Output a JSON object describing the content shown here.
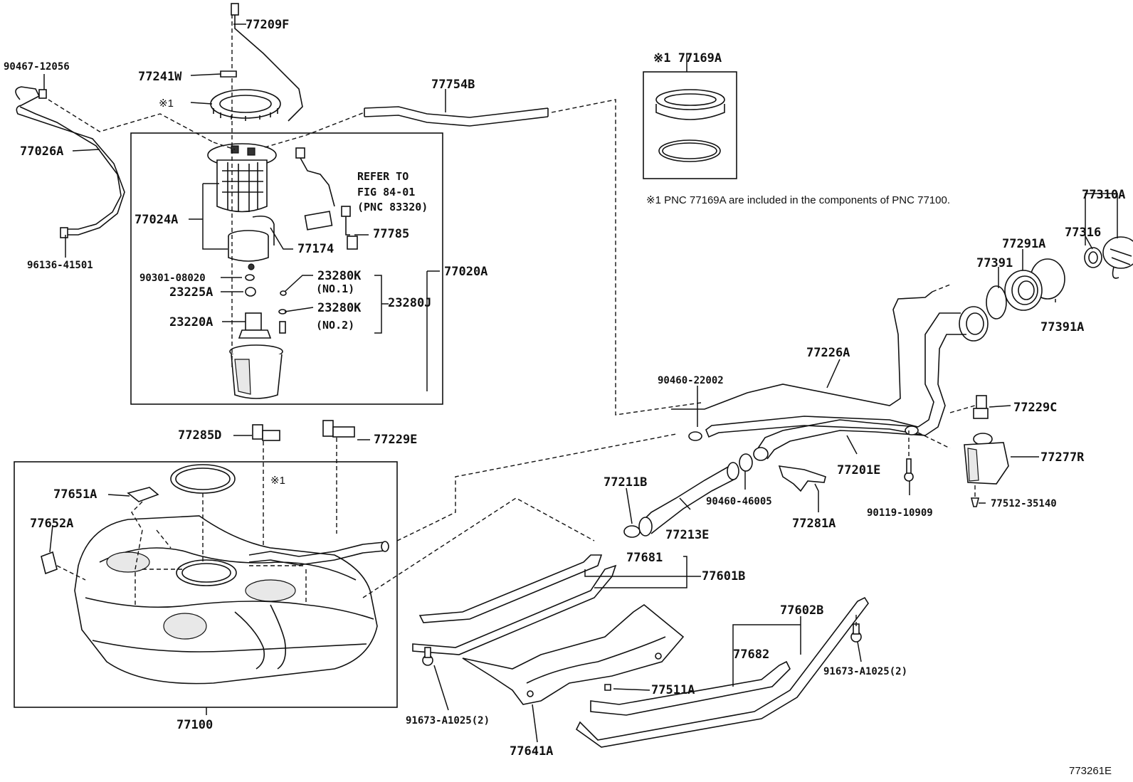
{
  "diagram": {
    "figure_id": "773261E",
    "note_box_title": "※1 77169A",
    "footnote": "※1 PNC 77169A are included in the components of PNC 77100.",
    "refer": [
      "REFER TO",
      "FIG 84-01",
      "(PNC 83320)"
    ],
    "marks": {
      "star1_pump": "※1",
      "star1_tank": "※1"
    },
    "labels": {
      "p77209F": "77209F",
      "p90467": "90467-12056",
      "p77241W": "77241W",
      "p77754B": "77754B",
      "p77026A": "77026A",
      "p77024A": "77024A",
      "p77174": "77174",
      "p77785": "77785",
      "p77020A": "77020A",
      "p96136": "96136-41501",
      "p90301": "90301-08020",
      "p23225A": "23225A",
      "p23220A": "23220A",
      "p23280K1": "23280K",
      "p23280K1n": "(NO.1)",
      "p23280K2": "23280K",
      "p23280K2n": "(NO.2)",
      "p23280J": "23280J",
      "p77310A": "77310A",
      "p77316": "77316",
      "p77291A": "77291A",
      "p77391": "77391",
      "p77391A": "77391A",
      "p77226A": "77226A",
      "p90460_22002": "90460-22002",
      "p77229C": "77229C",
      "p77277R": "77277R",
      "p77201E": "77201E",
      "p77211B": "77211B",
      "p77213E": "77213E",
      "p90460_46005": "90460-46005",
      "p77281A": "77281A",
      "p90119": "90119-10909",
      "p77512": "77512-35140",
      "p77285D": "77285D",
      "p77229E": "77229E",
      "p77651A": "77651A",
      "p77652A": "77652A",
      "p77100": "77100",
      "p77681": "77681",
      "p77601B": "77601B",
      "p77602B": "77602B",
      "p77682": "77682",
      "p91673_r": "91673-A1025(2)",
      "p91673_l": "91673-A1025(2)",
      "p77511A": "77511A",
      "p77641A": "77641A"
    }
  }
}
